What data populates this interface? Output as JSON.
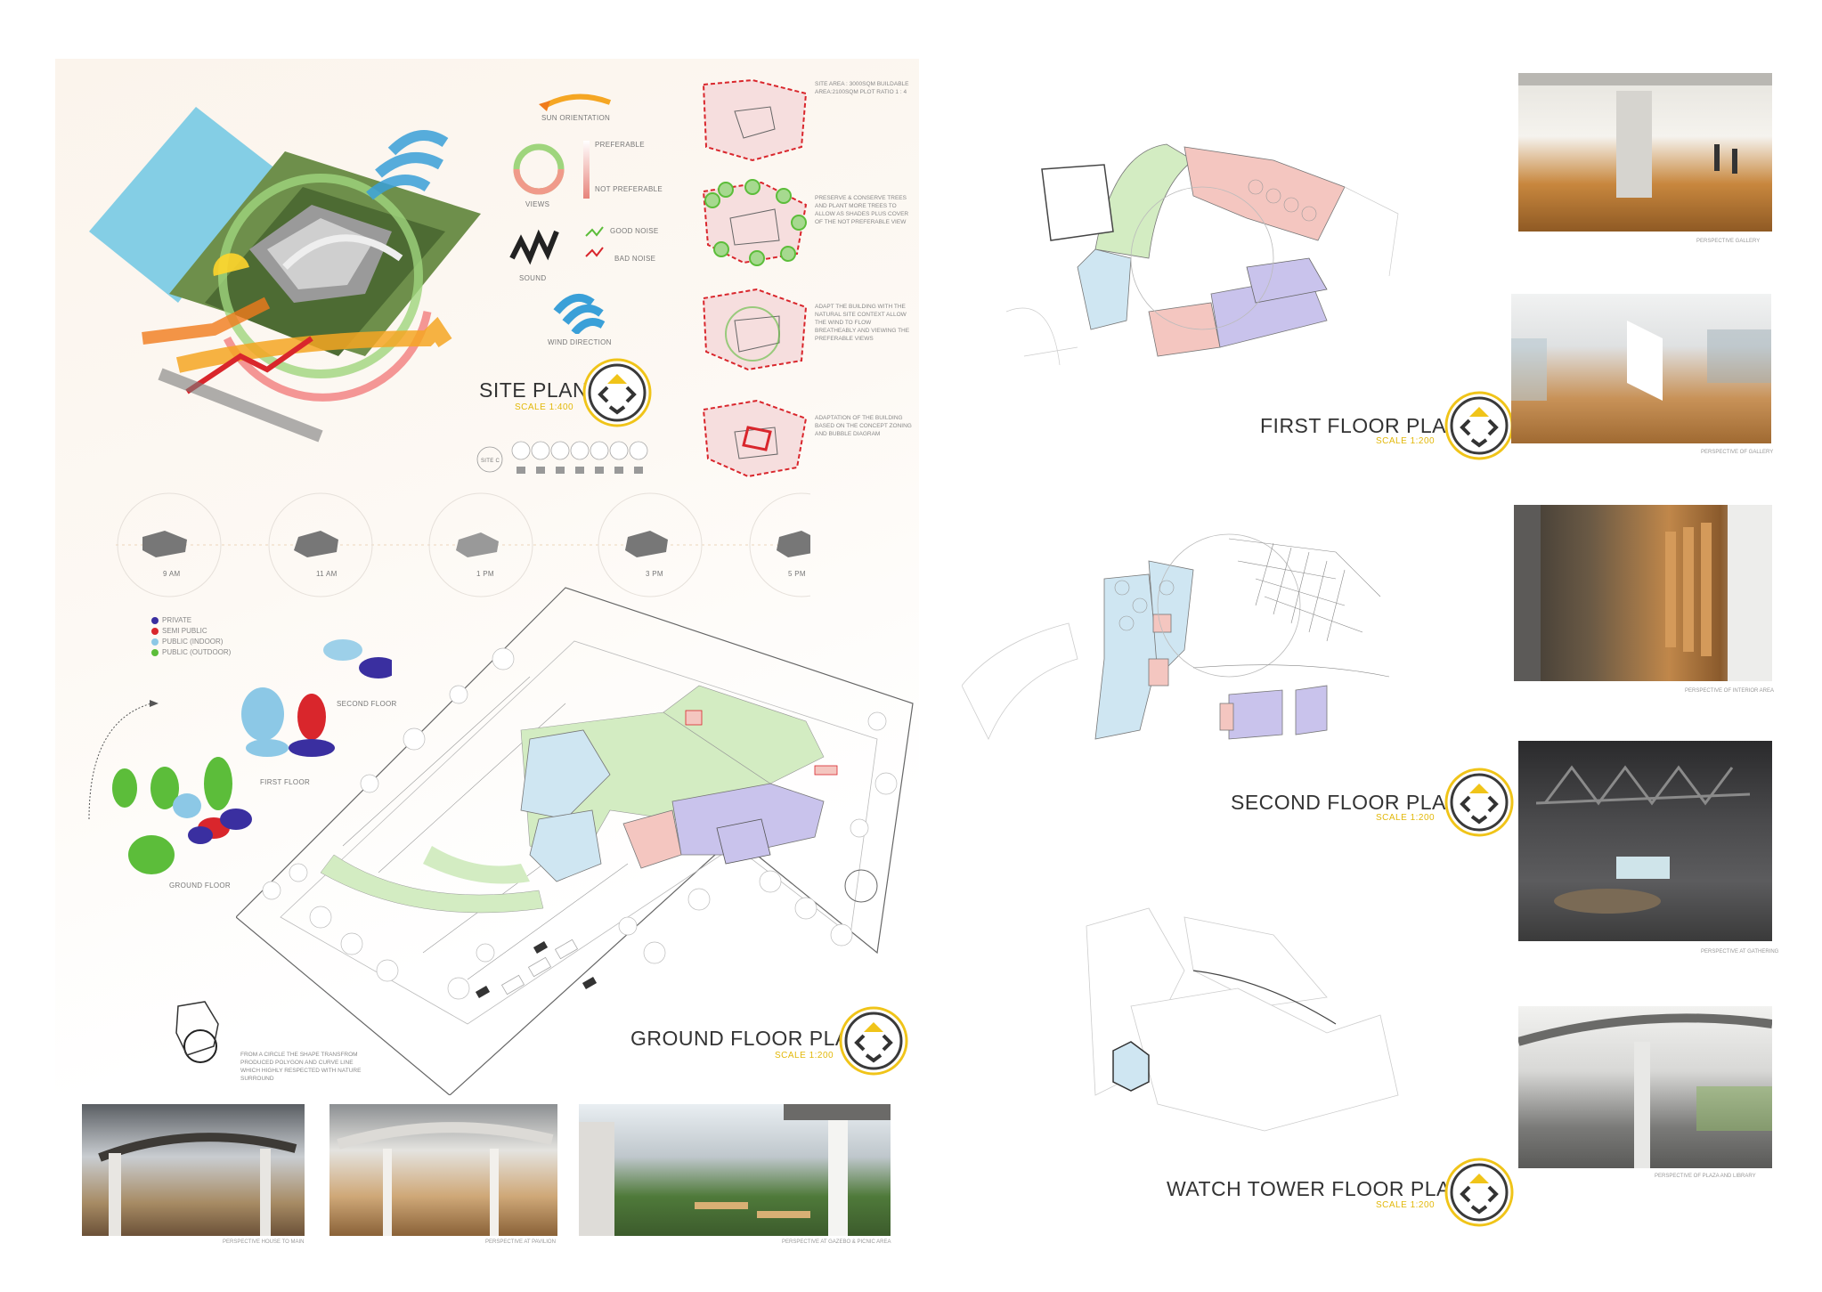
{
  "site_plan": {
    "title": "SITE PLAN",
    "scale": "SCALE 1:400",
    "sun_orientation": "SUN ORIENTATION",
    "views": "VIEWS",
    "preferable": "PREFERABLE",
    "not_preferable": "NOT PREFERABLE",
    "sound": "SOUND",
    "good_noise": "GOOD NOISE",
    "bad_noise": "BAD NOISE",
    "wind_direction": "WIND DIRECTION",
    "site_c": "SITE C"
  },
  "concept_notes": [
    "SITE AREA : 3000SQM BUILDABLE AREA:2100SQM PLOT RATIO 1 : 4",
    "PRESERVE & CONSERVE TREES AND PLANT MORE TREES TO ALLOW AS SHADES PLUS COVER OF THE NOT PREFERABLE VIEW",
    "ADAPT THE BUILDING WITH THE NATURAL SITE CONTEXT ALLOW THE WIND TO FLOW BREATHEABLY AND VIEWING THE PREFERABLE VIEWS",
    "ADAPTATION OF THE BUILDING BASED ON THE CONCEPT ZONING AND BUBBLE DIAGRAM"
  ],
  "sun_study": [
    "9 AM",
    "11 AM",
    "1 PM",
    "3 PM",
    "5 PM"
  ],
  "legend": [
    {
      "label": "PRIVATE",
      "color": "#3a2fa0"
    },
    {
      "label": "SEMI PUBLIC",
      "color": "#d9262c"
    },
    {
      "label": "PUBLIC (INDOOR)",
      "color": "#8cc8e6"
    },
    {
      "label": "PUBLIC (OUTDOOR)",
      "color": "#5cbd3a"
    }
  ],
  "bubble_labels": {
    "second": "SECOND FLOOR",
    "first": "FIRST FLOOR",
    "ground": "GROUND FLOOR"
  },
  "ground_floor": {
    "title": "GROUND FLOOR PLAN",
    "scale": "SCALE 1:200",
    "concept_note": "FROM A CIRCLE THE SHAPE TRANSFROM PRODUCED POLYGON AND CURVE LINE WHICH HIGHLY RESPECTED WITH NATURE SURROUND"
  },
  "bottom_captions": [
    "PERSPECTIVE HOUSE TO MAIN",
    "PERSPECTIVE AT PAVILION",
    "PERSPECTIVE AT GAZEBO & PICNIC AREA"
  ],
  "floor_plans": [
    {
      "title": "FIRST FLOOR PLAN",
      "scale": "SCALE 1:200"
    },
    {
      "title": "SECOND FLOOR PLAN",
      "scale": "SCALE 1:200"
    },
    {
      "title": "WATCH TOWER FLOOR PLAN",
      "scale": "SCALE 1:200"
    }
  ],
  "right_captions": [
    "PERSPECTIVE GALLERY",
    "PERSPECTIVE OF GALLERY",
    "PERSPECTIVE OF INTERIOR AREA",
    "PERSPECTIVE AT GATHERING",
    "PERSPECTIVE OF PLAZA AND LIBRARY"
  ],
  "colors": {
    "accent_yellow": "#e2b80a",
    "pink_zone": "#f4c6c0",
    "purple_zone": "#c9c3ec",
    "blue_zone": "#cfe6f2",
    "green_zone": "#d3ecc2"
  }
}
